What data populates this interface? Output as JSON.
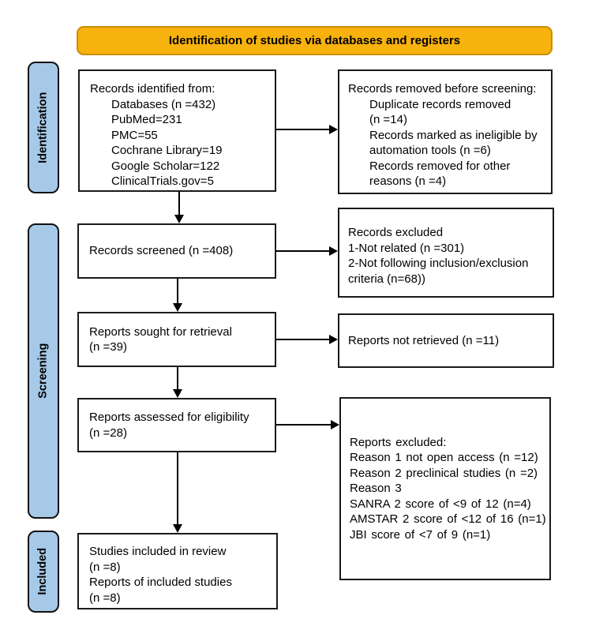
{
  "banner": {
    "title": "Identification of studies via databases and registers"
  },
  "colors": {
    "banner_fill": "#F8B20E",
    "banner_border": "#C88E00",
    "stage_fill": "#A6C9E8",
    "line_color": "#000000"
  },
  "stages": [
    {
      "label": "Identification"
    },
    {
      "label": "Screening"
    },
    {
      "label": "Included"
    }
  ],
  "boxes": {
    "identified": {
      "lines": [
        "Records identified from:",
        "Databases (n =432)",
        "PubMed=231",
        "PMC=55",
        "Cochrane Library=19",
        "Google Scholar=122",
        "ClinicalTrials.gov=5"
      ]
    },
    "removed": {
      "lines": [
        "Records removed before screening:",
        "Duplicate records removed",
        "(n =14)",
        "Records marked as ineligible by",
        "automation tools (n =6)",
        "Records removed for other",
        "reasons (n =4)"
      ]
    },
    "screened": {
      "lines": [
        "Records screened (n =408)"
      ]
    },
    "excluded": {
      "lines": [
        "Records excluded",
        "1-Not related (n =301)",
        "2-Not following inclusion/exclusion",
        "criteria (n=68))"
      ]
    },
    "sought": {
      "lines": [
        "Reports sought for retrieval",
        "(n =39)"
      ]
    },
    "not_retrieved": {
      "lines": [
        "Reports not retrieved (n =11)"
      ]
    },
    "assessed": {
      "lines": [
        "Reports assessed for eligibility",
        "(n =28)"
      ]
    },
    "reports_excluded": {
      "lines": [
        "Reports excluded:",
        "Reason 1 not open access (n =12)",
        "Reason 2 preclinical studies (n =2)",
        "Reason 3",
        "SANRA 2 score of <9 of 12 (n=4)",
        "AMSTAR 2 score of <12 of 16 (n=1)",
        "JBI score of <7 of 9 (n=1)"
      ]
    },
    "included": {
      "lines": [
        "Studies included in review",
        "(n =8)",
        "Reports of included studies",
        "(n =8)"
      ]
    }
  }
}
